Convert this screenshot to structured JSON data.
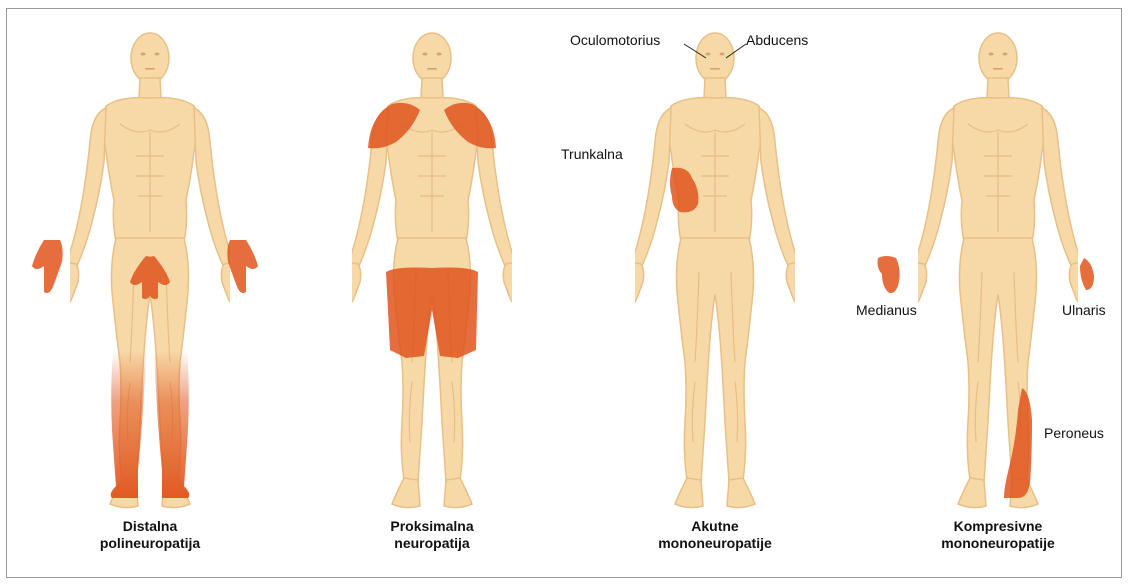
{
  "figures": [
    {
      "id": "distal",
      "caption_line1": "Distalna",
      "caption_line2": "polineuropatija"
    },
    {
      "id": "proximal",
      "caption_line1": "Proksimalna",
      "caption_line2": "neuropatija"
    },
    {
      "id": "acute",
      "caption_line1": "Akutne",
      "caption_line2": "mononeuropatije"
    },
    {
      "id": "compressive",
      "caption_line1": "Kompresivne",
      "caption_line2": "mononeuropatije"
    }
  ],
  "labels": {
    "oculomotorius": "Oculomotorius",
    "abducens": "Abducens",
    "trunkalna": "Trunkalna",
    "medianus": "Medianus",
    "ulnaris": "Ulnaris",
    "peroneus": "Peroneus"
  },
  "colors": {
    "skin": "#f7d9a8",
    "skin_shadow": "#eec48c",
    "affected": "#e0541c",
    "outline": "#e9bf86"
  }
}
